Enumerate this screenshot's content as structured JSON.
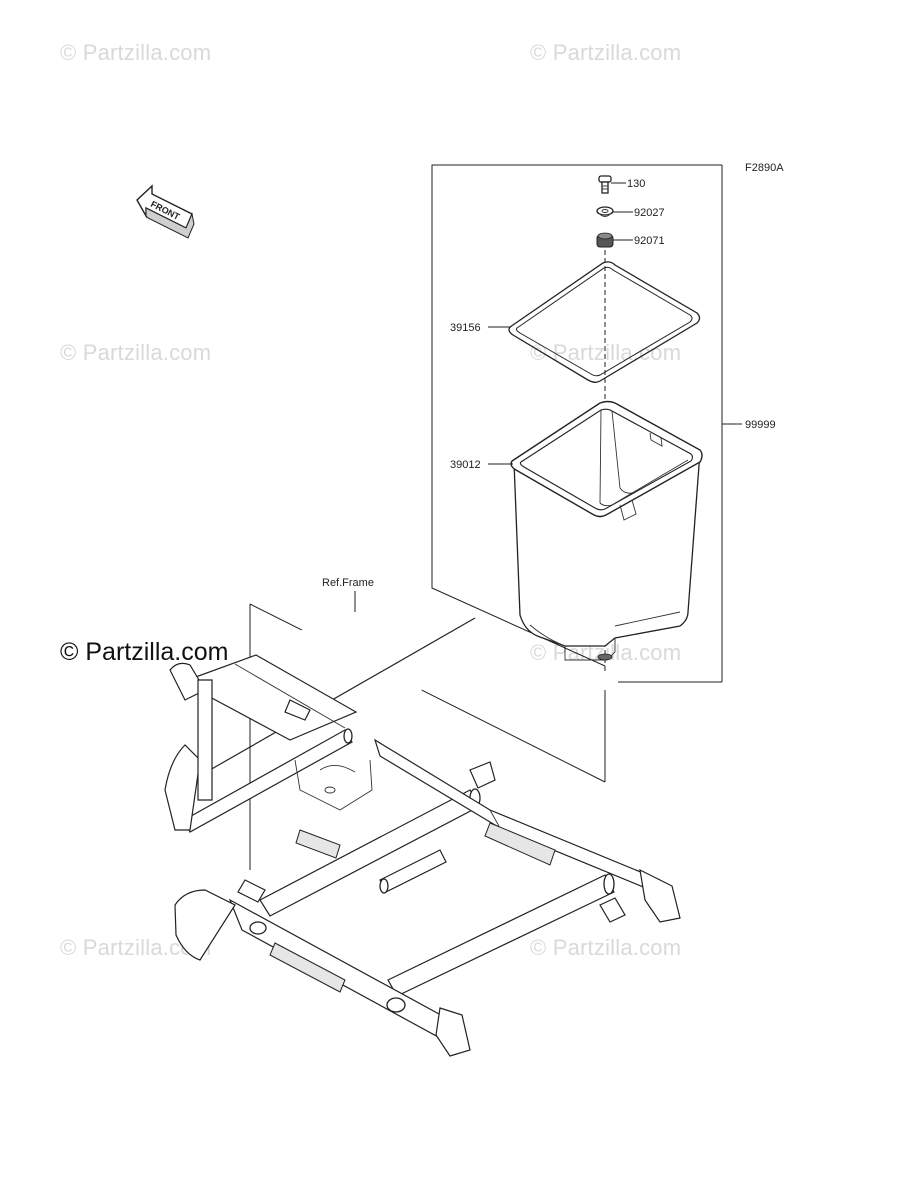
{
  "diagram_code": "F2890A",
  "front_arrow_label": "FRONT",
  "ref_frame_label": "Ref.Frame",
  "callouts": [
    {
      "id": "130"
    },
    {
      "id": "92027"
    },
    {
      "id": "92071"
    },
    {
      "id": "39156"
    },
    {
      "id": "39012"
    },
    {
      "id": "99999"
    }
  ],
  "watermark": {
    "text": "© Partzilla.com",
    "strong_text": "© Partzilla.com"
  },
  "colors": {
    "line": "#222222",
    "watermark": "#d9d9d9"
  }
}
